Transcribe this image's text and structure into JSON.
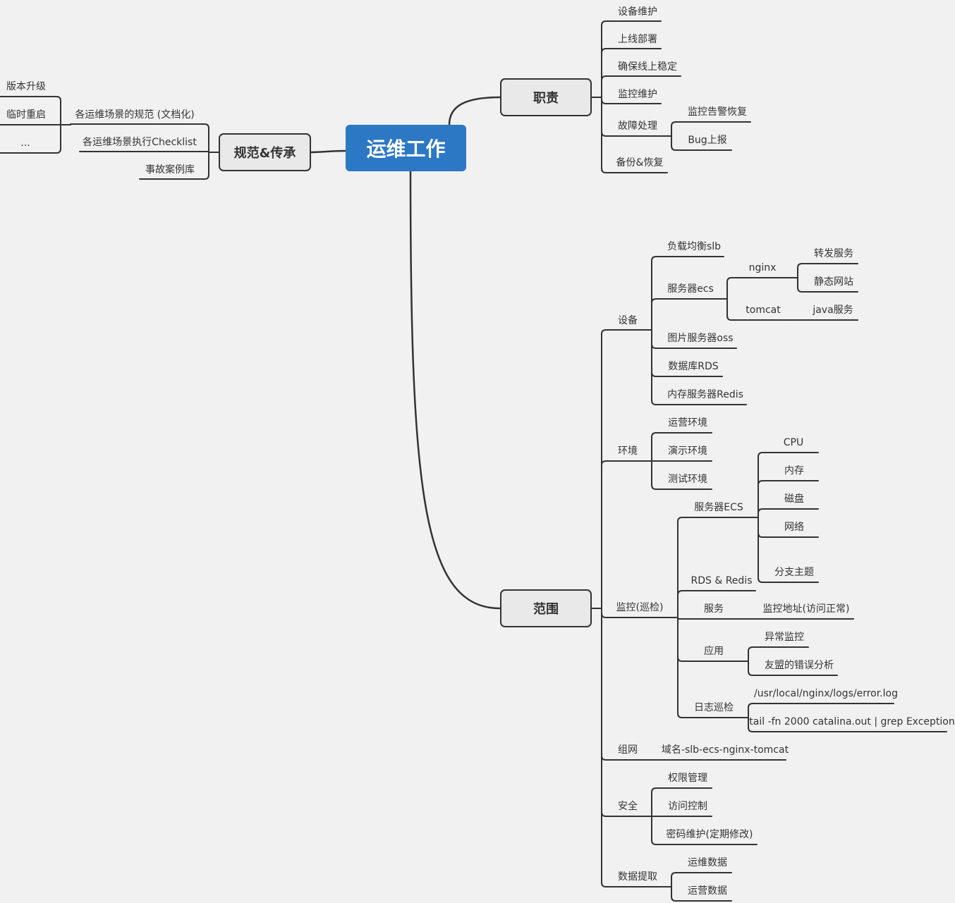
{
  "root": {
    "label": "运维工作"
  },
  "branches": {
    "duty": {
      "label": "职责",
      "items": [
        "设备维护",
        "上线部署",
        "确保线上稳定",
        "监控维护",
        "故障处理",
        "备份&恢复"
      ],
      "fault_children": [
        "监控告警恢复",
        "Bug上报"
      ]
    },
    "norms": {
      "label": "规范&传承",
      "items": [
        "各运维场景的规范 (文档化)",
        "各运维场景执行Checklist",
        "事故案例库"
      ],
      "norm_children": [
        "版本升级",
        "临时重启",
        "..."
      ]
    },
    "scope": {
      "label": "范围",
      "device": {
        "label": "设备",
        "items": [
          "负载均衡slb",
          "服务器ecs",
          "图片服务器oss",
          "数据库RDS",
          "内存服务器Redis"
        ],
        "ecs_children": [
          "nginx",
          "tomcat"
        ],
        "nginx_children": [
          "转发服务",
          "静态网站"
        ],
        "tomcat_children": [
          "java服务"
        ]
      },
      "env": {
        "label": "环境",
        "items": [
          "运营环境",
          "演示环境",
          "测试环境"
        ]
      },
      "monitor": {
        "label": "监控(巡检)",
        "items": [
          "服务器ECS",
          "RDS & Redis",
          "服务",
          "应用",
          "日志巡检"
        ],
        "ecs_children": [
          "CPU",
          "内存",
          "磁盘",
          "网络",
          "分支主题"
        ],
        "service_children": [
          "监控地址(访问正常)"
        ],
        "app_children": [
          "异常监控",
          "友盟的错误分析"
        ],
        "log_children": [
          "/usr/local/nginx/logs/error.log",
          "tail -fn 2000 catalina.out | grep Exception"
        ]
      },
      "network": {
        "label": "组网",
        "items": [
          "域名-slb-ecs-nginx-tomcat"
        ]
      },
      "security": {
        "label": "安全",
        "items": [
          "权限管理",
          "访问控制",
          "密码维护(定期修改)"
        ]
      },
      "data": {
        "label": "数据提取",
        "items": [
          "运维数据",
          "运营数据"
        ]
      }
    }
  },
  "colors": {
    "root": "#2c78c4",
    "node_fill": "#e9e9e9",
    "line": "#333333",
    "background": "#f1f1f1"
  }
}
